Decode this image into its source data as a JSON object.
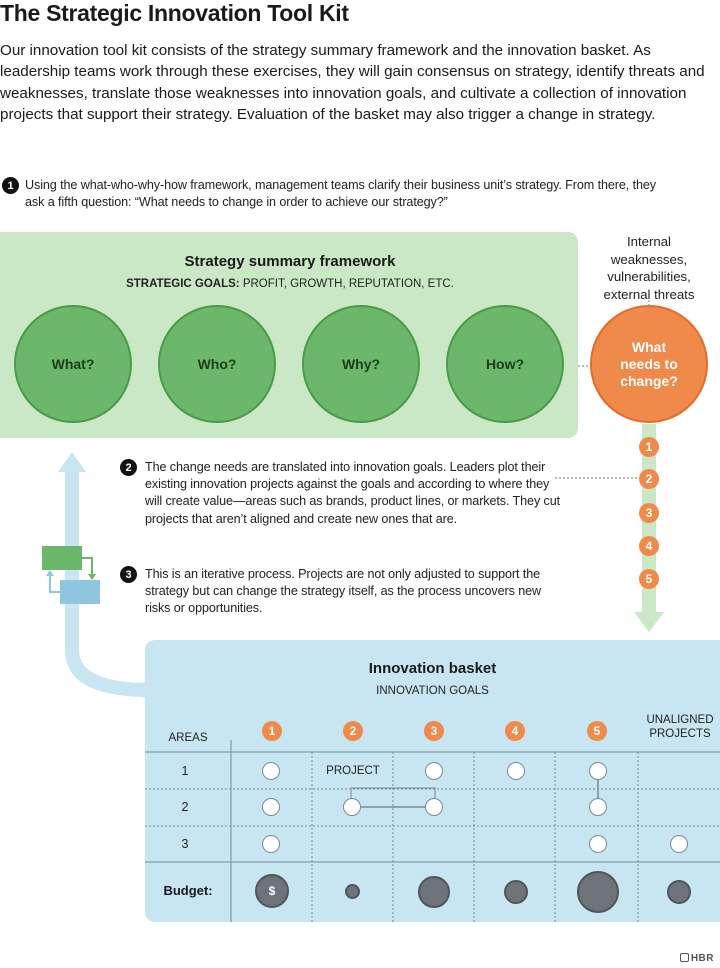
{
  "title": "The Strategic Innovation Tool Kit",
  "intro": "Our innovation tool kit consists of the strategy summary framework and the innovation basket. As leadership teams work through these exercises, they will gain consensus on strategy, identify threats and weaknesses, translate those weaknesses into innovation goals, and cultivate a collection of innovation projects that support their strategy. Evaluation of the basket may also trigger a change in strategy.",
  "steps": [
    {
      "num": "1",
      "text": "Using the what-who-why-how framework, management teams clarify their business unit’s strategy. From there, they ask a fifth question: “What needs to change in order to achieve our strategy?”"
    },
    {
      "num": "2",
      "text": "The change needs are translated into innovation goals. Leaders plot their existing innovation projects against the goals and according to where they will create value—areas such as brands, product lines, or markets. They cut projects that aren’t aligned and create new ones that are."
    },
    {
      "num": "3",
      "text": "This is an iterative process. Projects are not only adjusted to support the strategy but can change the strategy itself, as the process uncovers new risks or opportunities."
    }
  ],
  "strategy": {
    "title": "Strategy summary framework",
    "goals_label": "STRATEGIC GOALS:",
    "goals_text": " PROFIT, GROWTH, REPUTATION, ETC.",
    "questions": [
      "What?",
      "Who?",
      "Why?",
      "How?"
    ],
    "change_question": "What needs to change?",
    "weakness_label": "Internal weaknesses, vulnerabilities, external threats"
  },
  "goal_numbers": [
    "1",
    "2",
    "3",
    "4",
    "5"
  ],
  "basket": {
    "title": "Innovation basket",
    "subtitle": "INNOVATION GOALS",
    "areas_label": "AREAS",
    "unaligned_label": "UNALIGNED PROJECTS",
    "rows": [
      "1",
      "2",
      "3"
    ],
    "project_label": "PROJECT",
    "budget_label": "Budget:",
    "budget_symbol": "$"
  },
  "brand": "HBR",
  "colors": {
    "strategy_panel": "#cbe8c6",
    "question_circle": "#6bb86a",
    "change_circle": "#f08a4b",
    "basket_panel": "#c8e6f1",
    "budget_dot": "#6d7378"
  }
}
